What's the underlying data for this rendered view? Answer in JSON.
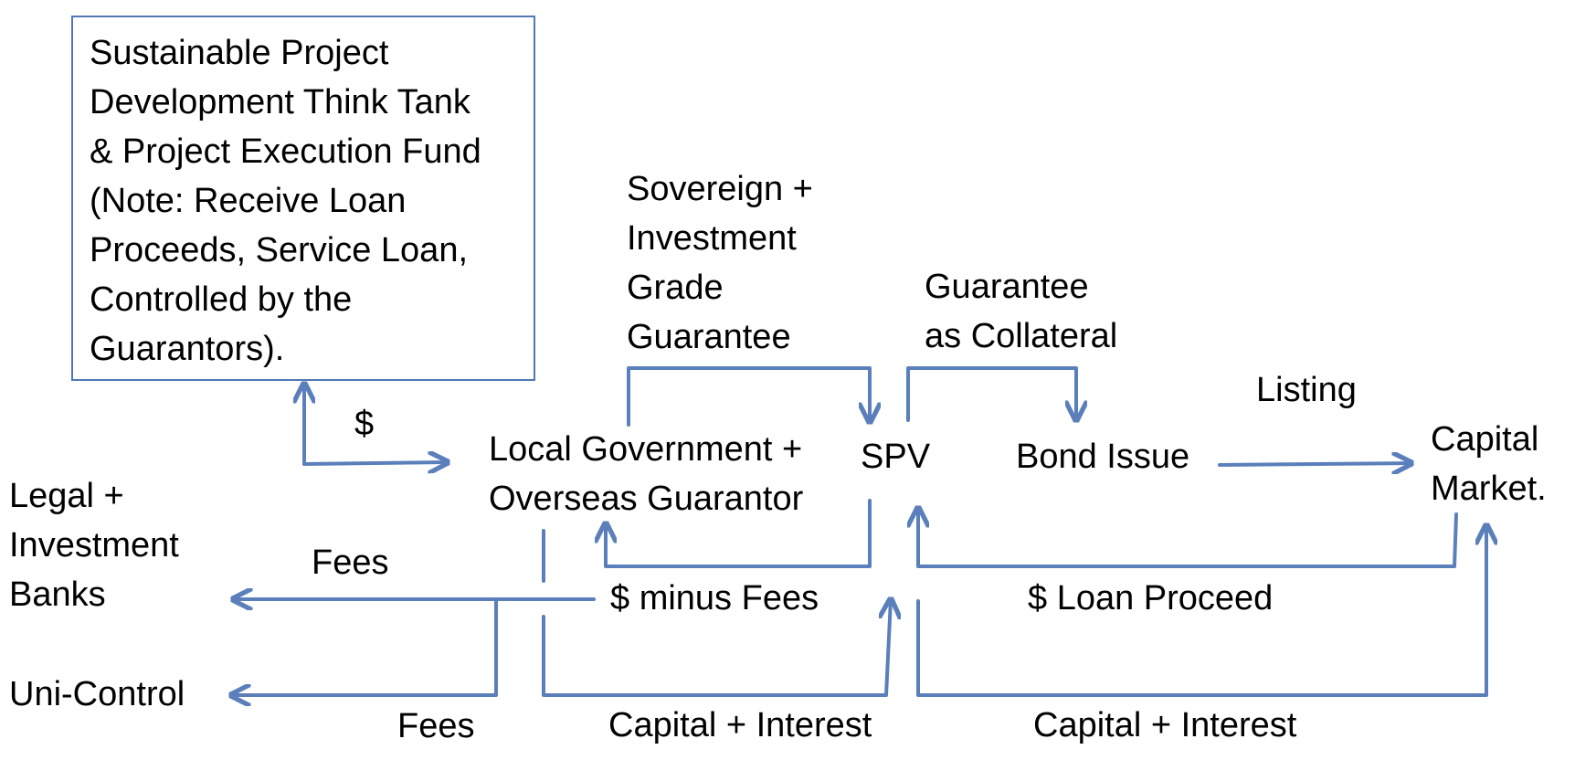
{
  "colors": {
    "arrow": "#5b7fbb",
    "box_border": "#4f78b5",
    "text": "#000000"
  },
  "boxes": {
    "think_tank": "Sustainable Project\nDevelopment Think Tank\n& Project Execution Fund\n(Note: Receive Loan\nProceeds, Service Loan,\nControlled by the\nGuarantors)."
  },
  "nodes": {
    "local_government": "Local Government +\nOverseas Guarantor",
    "spv": "SPV",
    "bond_issue": "Bond Issue",
    "capital_market": "Capital\nMarket.",
    "legal_banks": "Legal +\nInvestment\nBanks",
    "uni_control": "Uni-Control"
  },
  "edge_labels": {
    "dollar": "$",
    "sovereign_guarantee": "Sovereign +\nInvestment\nGrade\nGuarantee",
    "guarantee_collateral": "Guarantee\nas Collateral",
    "listing": "Listing",
    "fees_top": "Fees",
    "fees_bottom": "Fees",
    "dollar_minus_fees": "$ minus Fees",
    "loan_proceed": "$ Loan Proceed",
    "capital_interest_left": "Capital + Interest",
    "capital_interest_right": "Capital + Interest"
  }
}
